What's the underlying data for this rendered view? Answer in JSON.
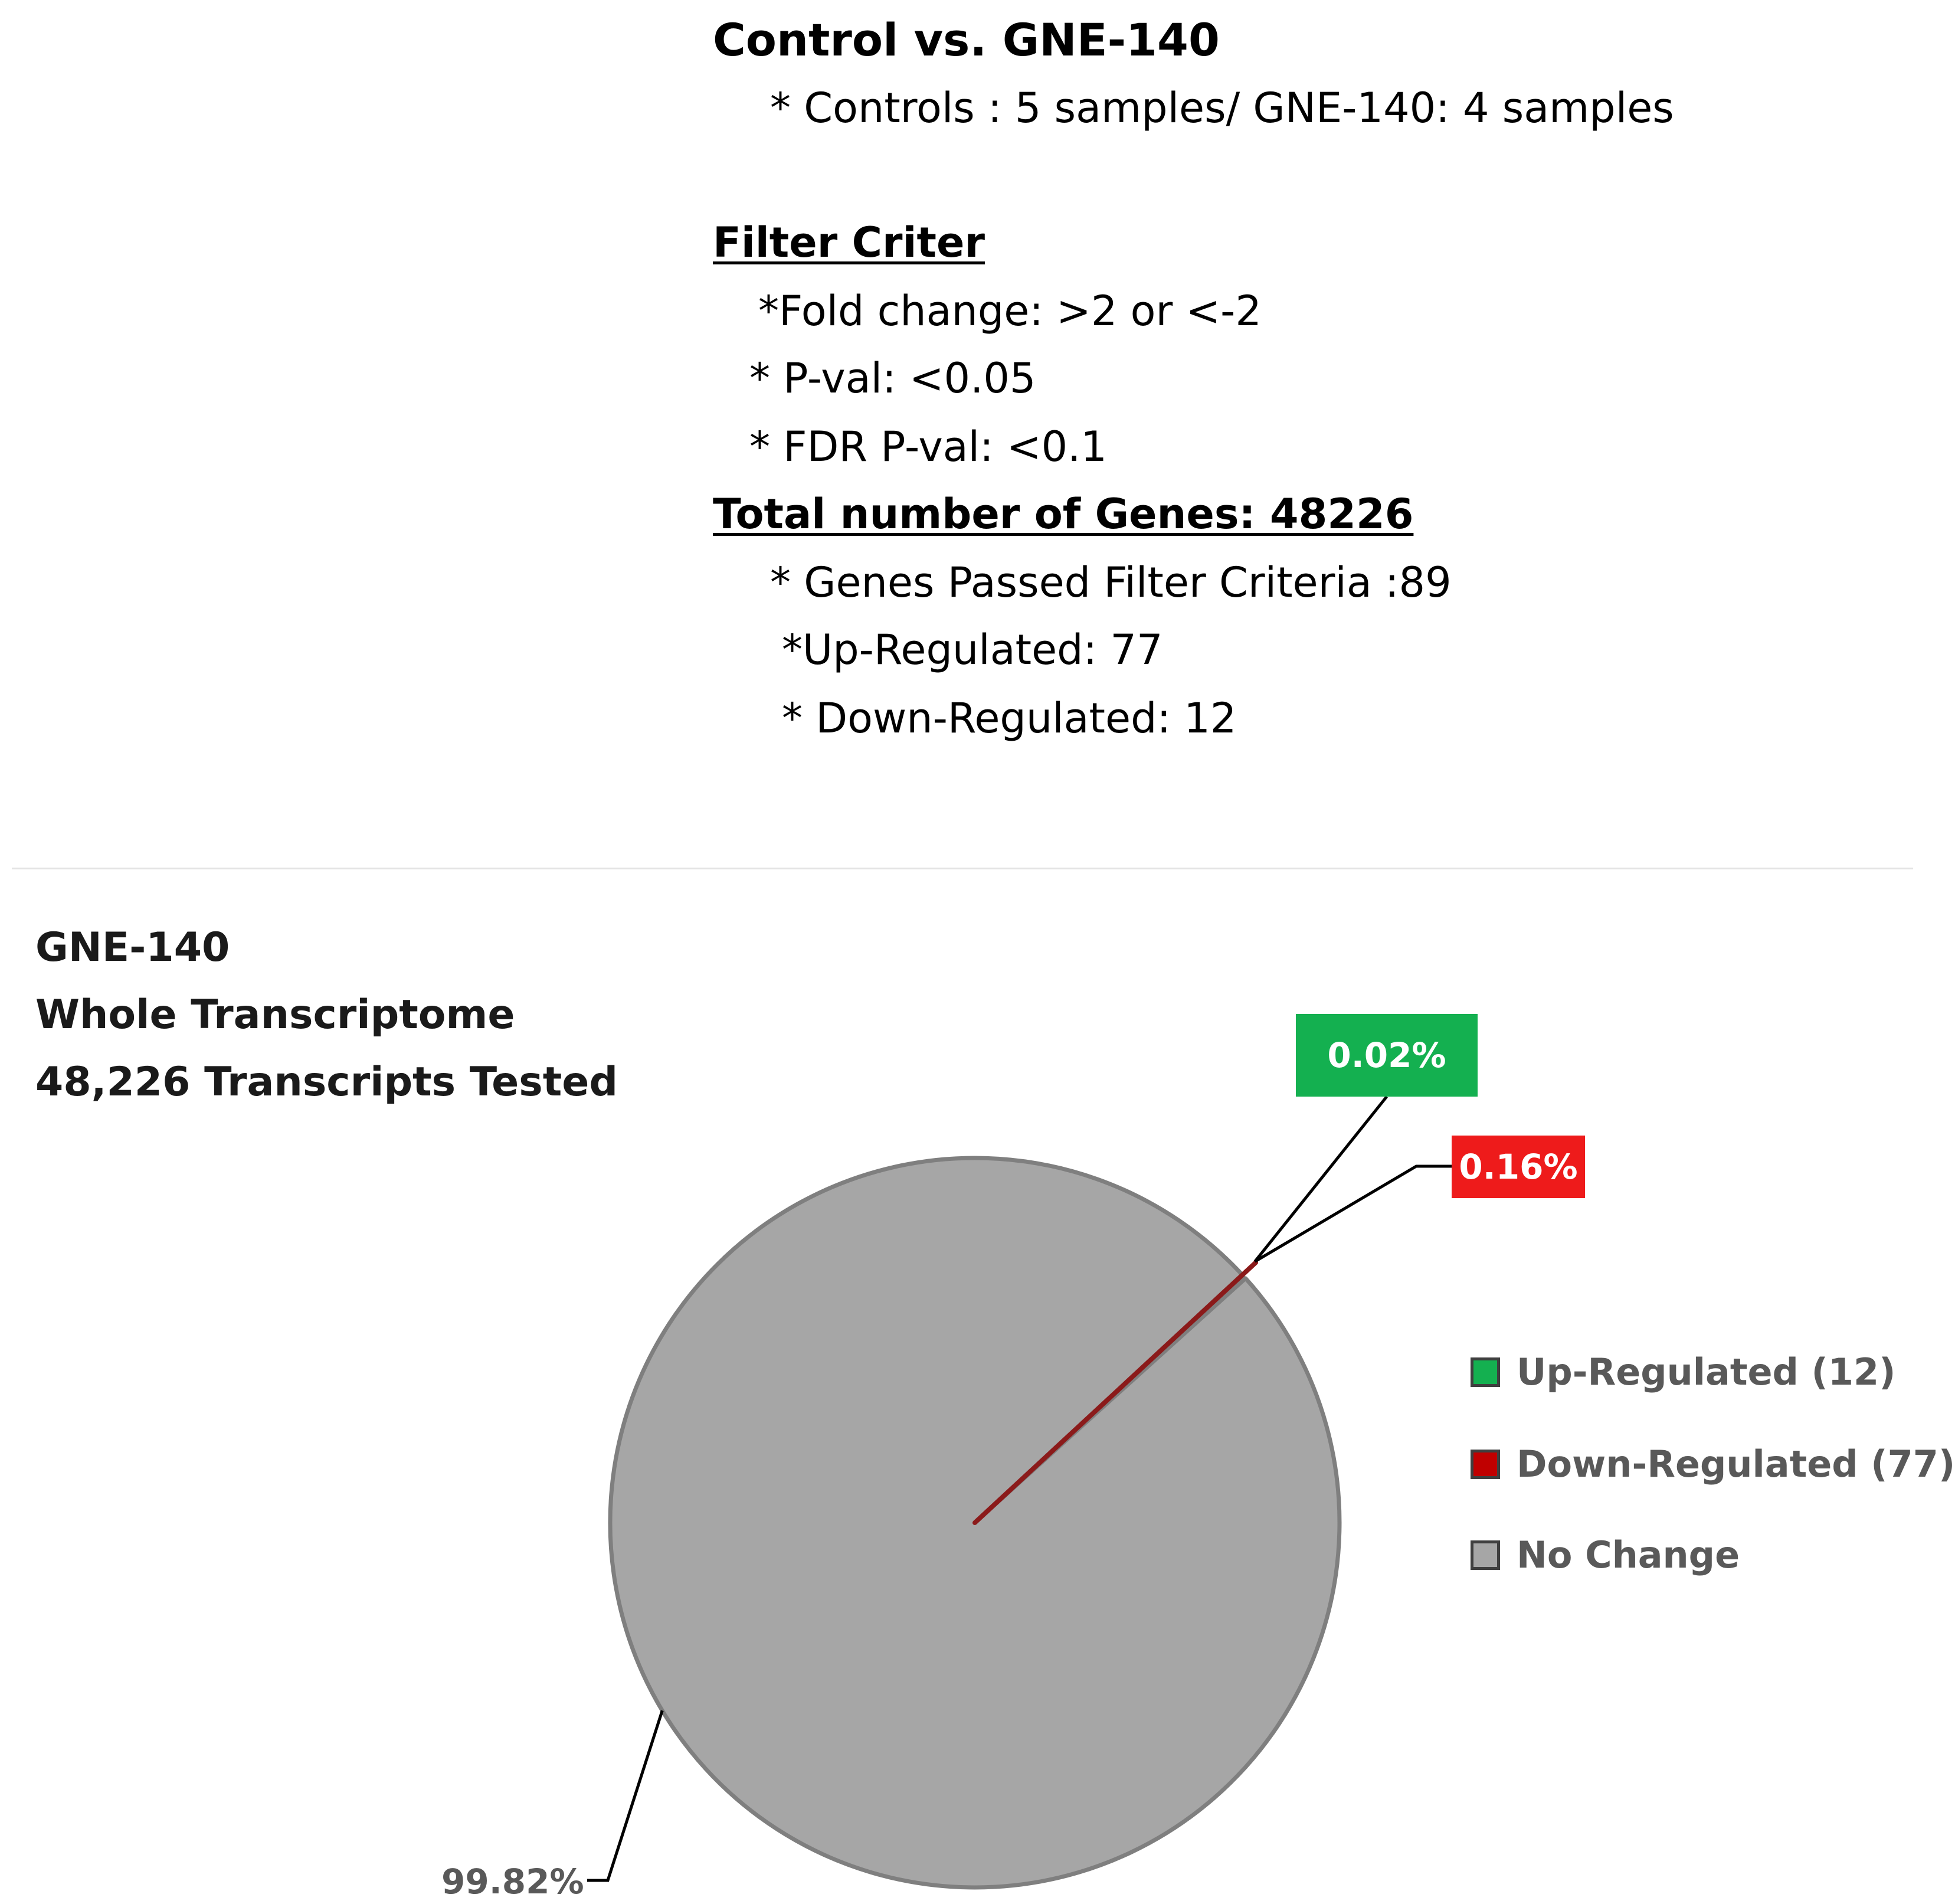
{
  "summary": {
    "heading": "Control vs. GNE-140",
    "samples": "* Controls : 5 samples/ GNE-140: 4 samples",
    "filter_heading": "Filter Criter",
    "fold_change": "*Fold change: >2 or <-2",
    "pval": "* P-val: <0.05",
    "fdr": "* FDR P-val: <0.1",
    "total_heading": "Total number of Genes: 48226",
    "passed": "* Genes Passed Filter Criteria :89",
    "up": "*Up-Regulated: 77",
    "down": "* Down-Regulated: 12"
  },
  "chart_title": {
    "line1": "GNE-140",
    "line2": "Whole Transcriptome",
    "line3": "48,226 Transcripts Tested"
  },
  "chart_data": {
    "type": "pie",
    "categories": [
      "Up-Regulated (12)",
      "Down-Regulated (77)",
      "No Change"
    ],
    "values": [
      0.02,
      0.16,
      99.82
    ],
    "data_labels": [
      "0.02%",
      "0.16%",
      "99.82%"
    ],
    "colors": [
      "#14b050",
      "#c00000",
      "#a6a6a6"
    ],
    "legend_position": "right"
  }
}
